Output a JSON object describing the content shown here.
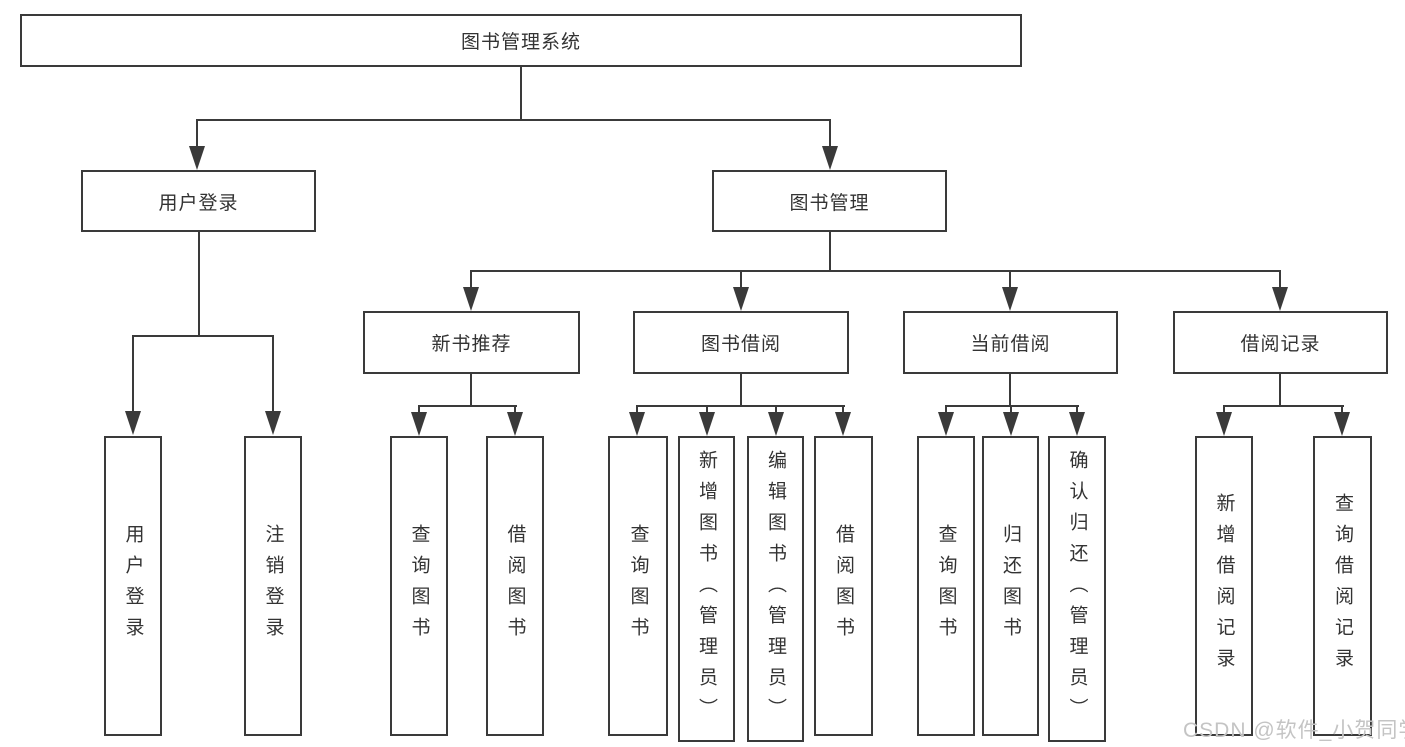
{
  "tree": {
    "root": "图书管理系统",
    "branches": [
      {
        "label": "用户登录",
        "children": [
          "用户登录",
          "注销登录"
        ]
      },
      {
        "label": "图书管理",
        "sections": [
          {
            "label": "新书推荐",
            "children": [
              "查询图书",
              "借阅图书"
            ]
          },
          {
            "label": "图书借阅",
            "children": [
              "查询图书",
              "新增图书（管理员）",
              "编辑图书（管理员）",
              "借阅图书"
            ]
          },
          {
            "label": "当前借阅",
            "children": [
              "查询图书",
              "归还图书",
              "确认归还（管理员）"
            ]
          },
          {
            "label": "借阅记录",
            "children": [
              "新增借阅记录",
              "查询借阅记录"
            ]
          }
        ]
      }
    ],
    "watermark": "CSDN @软件_小贺同学"
  },
  "colors": {
    "line": "#3a3a3a",
    "text": "#333333",
    "background": "#ffffff",
    "watermark": "#c4c4c4"
  }
}
